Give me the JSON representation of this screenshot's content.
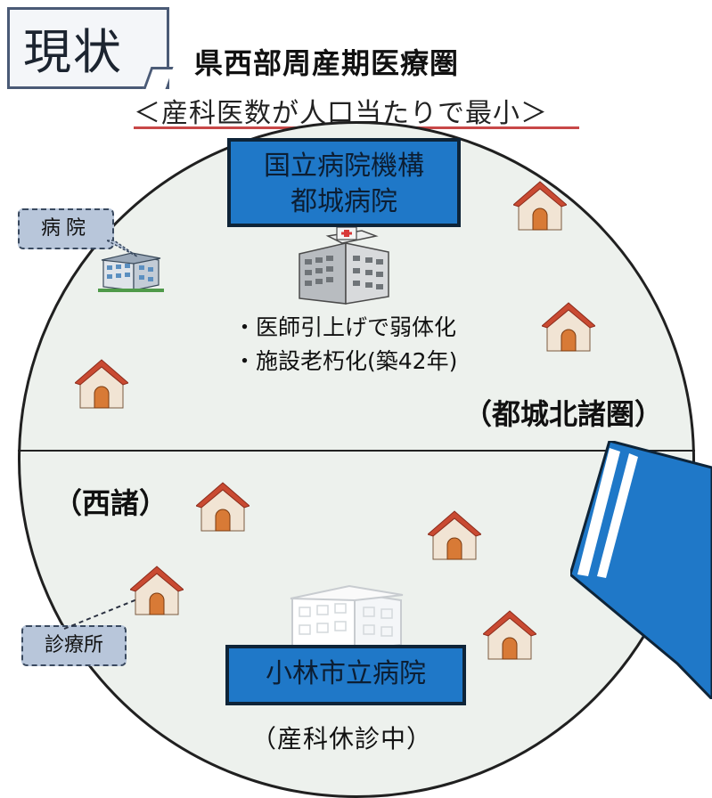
{
  "header": {
    "status_label": "現状",
    "region_title": "県西部周産期医療圏",
    "subtitle": "＜産科医数が人口当たりで最小＞"
  },
  "upper_area": {
    "hospital_name_line1": "国立病院機構",
    "hospital_name_line2": "都城病院",
    "bullets": [
      "・医師引上げで弱体化",
      "・施設老朽化(築42年)"
    ],
    "area_label": "（都城北諸圏）"
  },
  "lower_area": {
    "area_label": "（西諸）",
    "hospital_name": "小林市立病院",
    "status_note": "（産科休診中）"
  },
  "callouts": {
    "hospital": "病院",
    "clinic": "診療所"
  },
  "colors": {
    "box_blue": "#1f78c8",
    "circle_fill": "#edf1ed",
    "roof_red": "#c94a32",
    "callout_fill": "#b8c6da",
    "underline_red": "#c84848"
  }
}
